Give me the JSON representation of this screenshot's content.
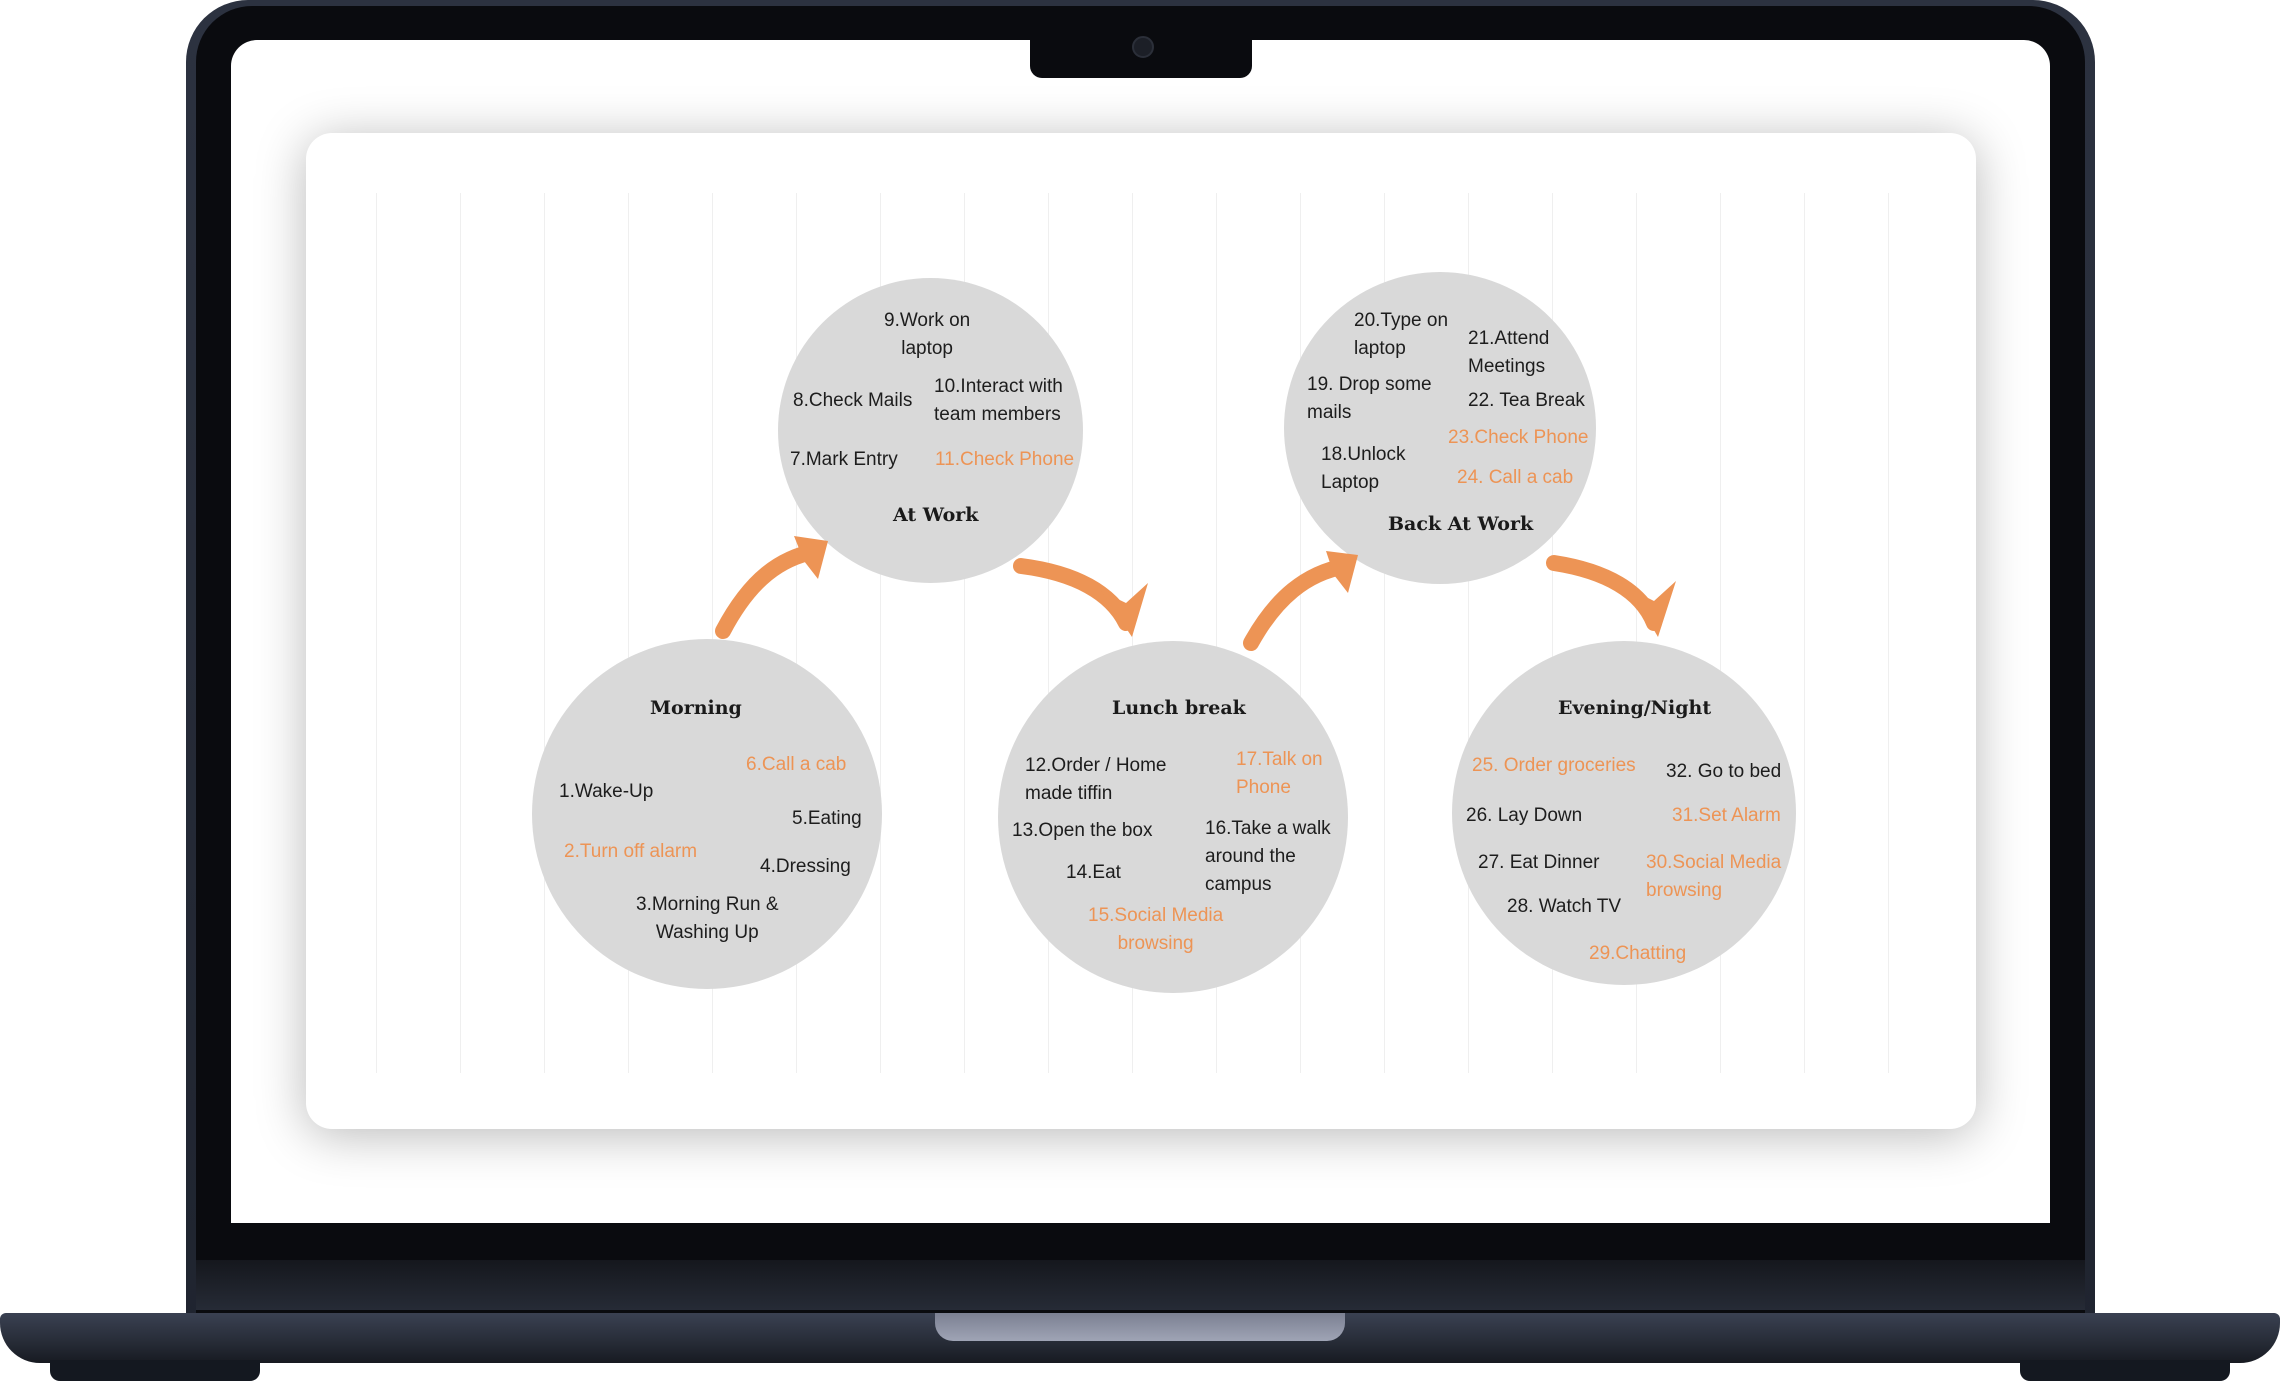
{
  "accent_color": "#ed9455",
  "circle_color": "#d9d9d9",
  "stages": {
    "morning": {
      "title": "Morning",
      "items": {
        "i1": "1.Wake-Up",
        "i2": "2.Turn off alarm",
        "i3": "3.Morning Run &\nWashing Up",
        "i4": "4.Dressing",
        "i5": "5.Eating",
        "i6": "6.Call a  cab"
      }
    },
    "at_work": {
      "title": "At Work",
      "items": {
        "i7": "7.Mark Entry",
        "i8": "8.Check Mails",
        "i9": "9.Work on\nlaptop",
        "i10": "10.Interact with\nteam members",
        "i11": "11.Check Phone"
      }
    },
    "lunch": {
      "title": "Lunch  break",
      "items": {
        "i12": "12.Order / Home\nmade tiffin",
        "i13": "13.Open the box",
        "i14": "14.Eat",
        "i15": "15.Social Media\nbrowsing",
        "i16": "16.Take a walk\naround the\ncampus",
        "i17": "17.Talk on\nPhone"
      }
    },
    "back_at_work": {
      "title": "Back At Work",
      "items": {
        "i18": "18.Unlock\nLaptop",
        "i19": "19. Drop some\nmails",
        "i20": "20.Type on\nlaptop",
        "i21": "21.Attend\nMeetings",
        "i22": "22. Tea Break",
        "i23": "23.Check Phone",
        "i24": "24. Call a cab"
      }
    },
    "evening": {
      "title": "Evening/Night",
      "items": {
        "i25": "25. Order groceries",
        "i26": "26. Lay Down",
        "i27": "27. Eat Dinner",
        "i28": "28. Watch TV",
        "i29": "29.Chatting",
        "i30": "30.Social Media\nbrowsing",
        "i31": "31.Set Alarm",
        "i32": "32. Go to bed"
      }
    }
  }
}
